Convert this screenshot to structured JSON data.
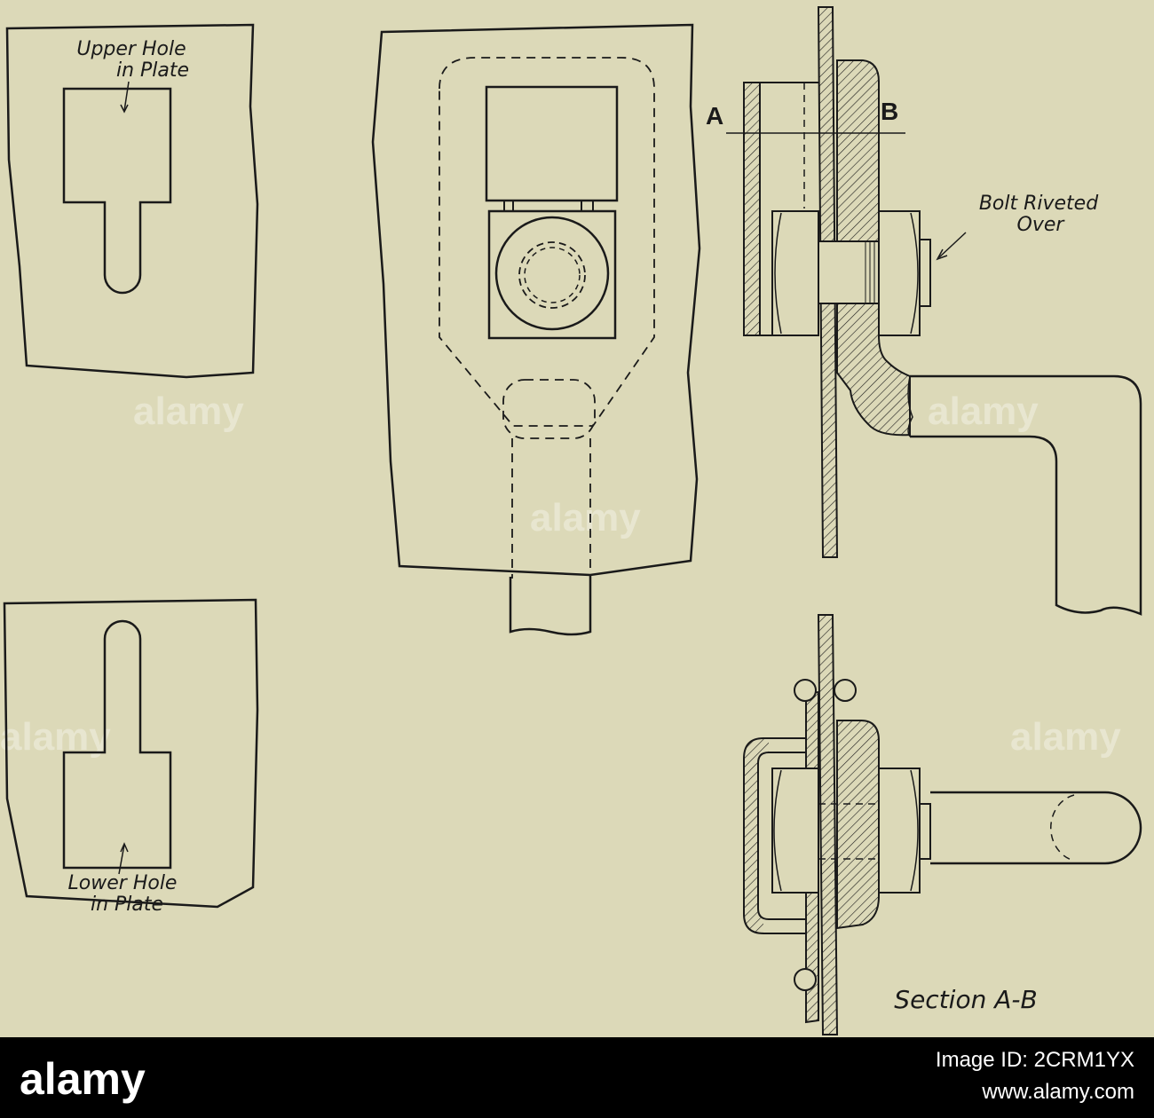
{
  "labels": {
    "upper_hole": [
      "Upper Hole",
      "in Plate"
    ],
    "lower_hole": [
      "Lower Hole",
      "in Plate"
    ],
    "bolt": [
      "Bolt Riveted",
      "Over"
    ],
    "point_a": "A",
    "point_b": "B",
    "section": "Section A-B"
  },
  "watermark": "alamy",
  "footer": {
    "logo": "alamy",
    "image_id": "Image ID: 2CRM1YX",
    "url": "www.alamy.com"
  },
  "colors": {
    "paper": "#dcd9b8",
    "ink": "#1a1a1a",
    "footer_bg": "#000000",
    "footer_text": "#ffffff"
  }
}
